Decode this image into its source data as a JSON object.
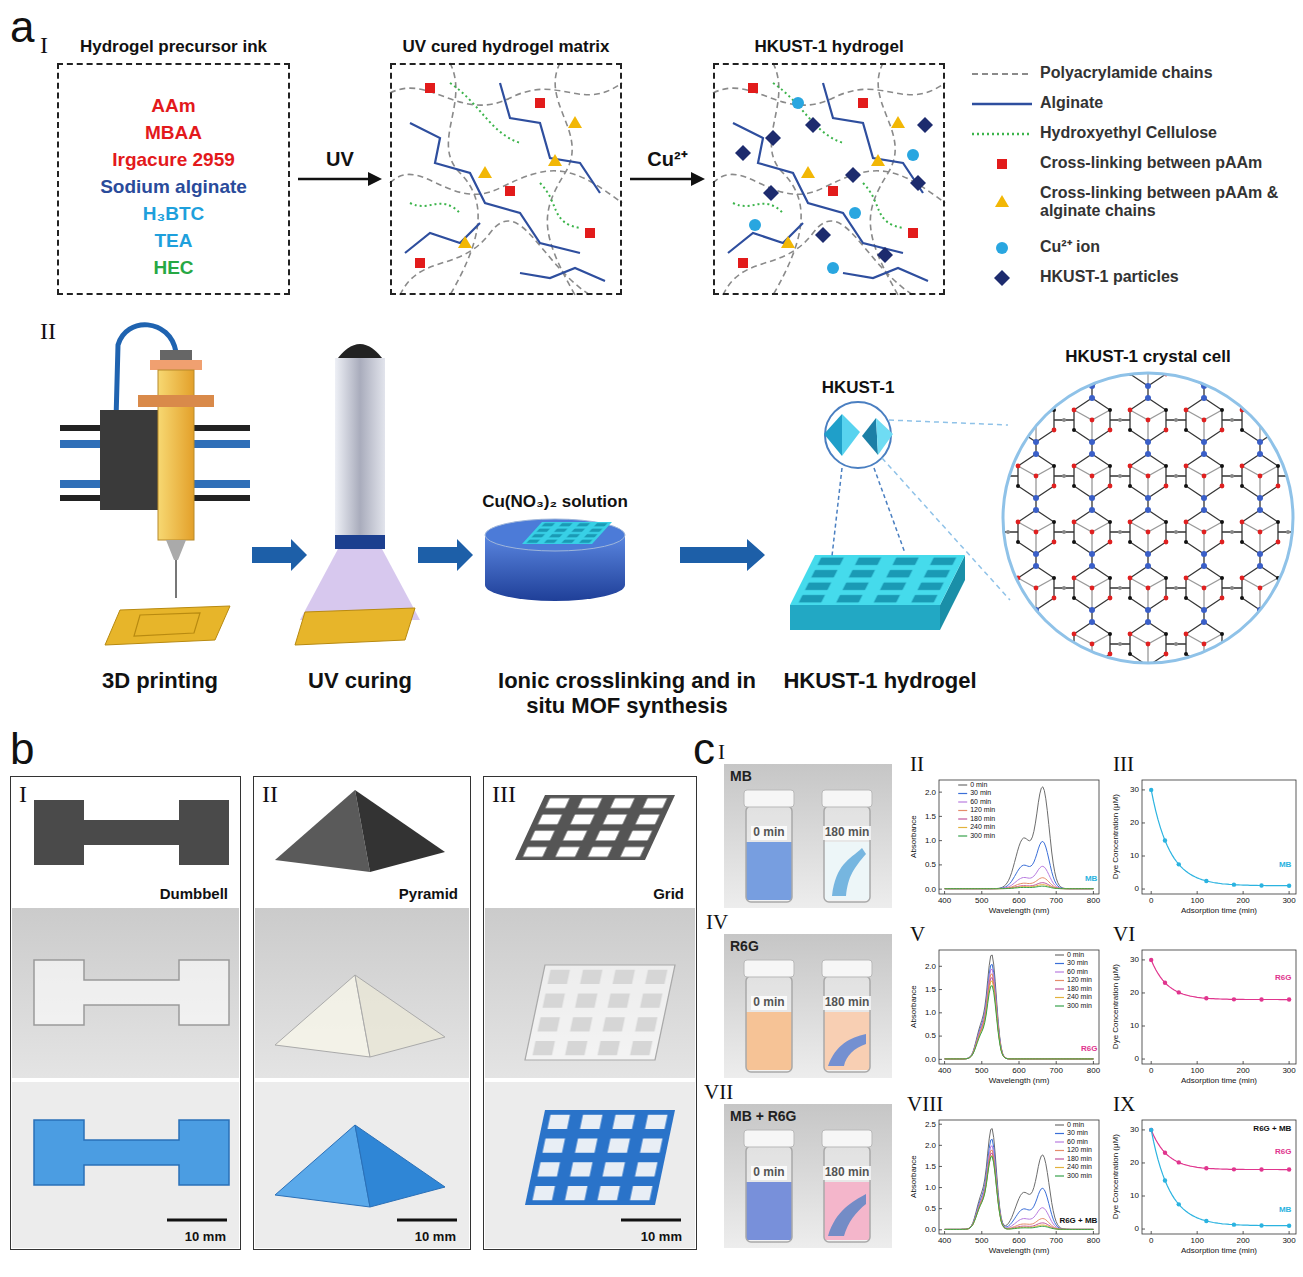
{
  "diagram": {
    "nodes": [
      {
        "text": [
          "Hydrogel precursor ink",
          "AAm",
          "MBAA",
          "Irgacure 2959",
          "Sodium alginate",
          "H₃BTC",
          "TEA",
          "HEC"
        ]
      },
      {
        "text": [
          "UV cured hydrogel matrix"
        ]
      },
      {
        "text": [
          "HKUST-1 hydrogel"
        ]
      },
      {
        "text": [
          "I",
          "Dumbbell",
          "10 mm"
        ]
      },
      {
        "text": [
          "II",
          "Pyramid",
          "10 mm"
        ]
      },
      {
        "text": [
          "III",
          "Grid",
          "10 mm"
        ]
      }
    ],
    "edges": [
      {
        "from": 0,
        "to": 1,
        "arrow": "to",
        "label": "UV"
      },
      {
        "from": 1,
        "to": 2,
        "arrow": "to",
        "label": "Cu²⁺"
      }
    ],
    "labels": [
      "a",
      "I",
      "II",
      "3D printing",
      "UV curing",
      "Cu(NO₃)₂ solution",
      "Ionic crosslinking and in situ MOF synthesis",
      "HKUST-1",
      "HKUST-1 hydrogel",
      "HKUST-1 crystal cell",
      "b",
      "c",
      "I",
      "II",
      "III",
      "IV",
      "V",
      "VI",
      "VII",
      "VIII",
      "IX",
      "MB",
      "0 min",
      "180 min",
      "R6G",
      "0 min",
      "180 min",
      "MB + R6G",
      "0 min",
      "180 min",
      "0.0",
      "0.5",
      "1.0",
      "1.5",
      "2.0",
      "400",
      "500",
      "600",
      "700",
      "800",
      "Absorbance",
      "Wavelength (nm)",
      "MB",
      "0",
      "10",
      "20",
      "30",
      "0",
      "100",
      "200",
      "300",
      "Dye Concentration (μM)",
      "Adsorption time (min)",
      "MB",
      "0.0",
      "0.5",
      "1.0",
      "1.5",
      "2.0",
      "400",
      "500",
      "600",
      "700",
      "800",
      "Absorbance",
      "Wavelength (nm)",
      "R6G",
      "0",
      "10",
      "20",
      "30",
      "0",
      "100",
      "200",
      "300",
      "Dye Concentration (μM)",
      "Adsorption time (min)",
      "R6G",
      "0.0",
      "0.5",
      "1.0",
      "1.5",
      "2.0",
      "2.5",
      "400",
      "500",
      "600",
      "700",
      "800",
      "Absorbance",
      "Wavelength (nm)",
      "R6G + MB",
      "0",
      "10",
      "20",
      "30",
      "0",
      "100",
      "200",
      "300",
      "Dye Concentration (μM)",
      "Adsorption time (min)",
      "R6G + MB",
      "R6G",
      "MB"
    ],
    "legend": [
      {
        "text": "Polyacrylamide chains"
      },
      {
        "text": "Alginate"
      },
      {
        "text": "Hydroxyethyl Cellulose"
      },
      {
        "text": "Cross-linking between pAAm"
      },
      {
        "text": "Cross-linking between pAAm & alginate chains"
      },
      {
        "text": "Cu²⁺ ion"
      },
      {
        "text": "HKUST-1 particles"
      },
      {
        "text": "0 min"
      },
      {
        "text": "30 min"
      },
      {
        "text": "60 min"
      },
      {
        "text": "120 min"
      },
      {
        "text": "180 min"
      },
      {
        "text": "240 min"
      },
      {
        "text": "300 min"
      },
      {
        "text": "0 min"
      },
      {
        "text": "30 min"
      },
      {
        "text": "60 min"
      },
      {
        "text": "120 min"
      },
      {
        "text": "180 min"
      },
      {
        "text": "240 min"
      },
      {
        "text": "300 min"
      },
      {
        "text": "0 min"
      },
      {
        "text": "30 min"
      },
      {
        "text": "60 min"
      },
      {
        "text": "120 min"
      },
      {
        "text": "180 min"
      },
      {
        "text": "240 min"
      },
      {
        "text": "300 min"
      }
    ]
  }
}
